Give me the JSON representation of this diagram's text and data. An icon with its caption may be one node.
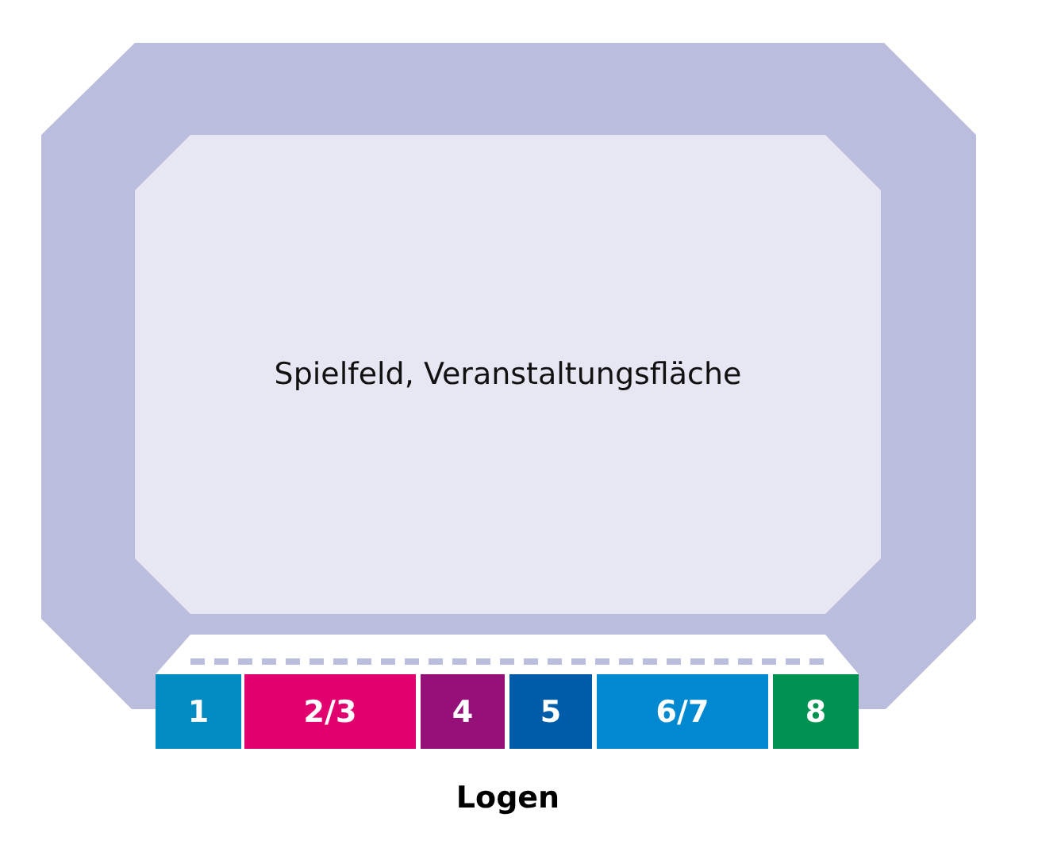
{
  "diagram": {
    "nodes": [
      {
        "text": [
          "Spielfeld, Veranstaltungsfläche"
        ]
      },
      {
        "text": [
          "1"
        ]
      },
      {
        "text": [
          "2/3"
        ]
      },
      {
        "text": [
          "4"
        ]
      },
      {
        "text": [
          "5"
        ]
      },
      {
        "text": [
          "6/7"
        ]
      },
      {
        "text": [
          "8"
        ]
      }
    ],
    "labels": [
      "Logen"
    ]
  }
}
